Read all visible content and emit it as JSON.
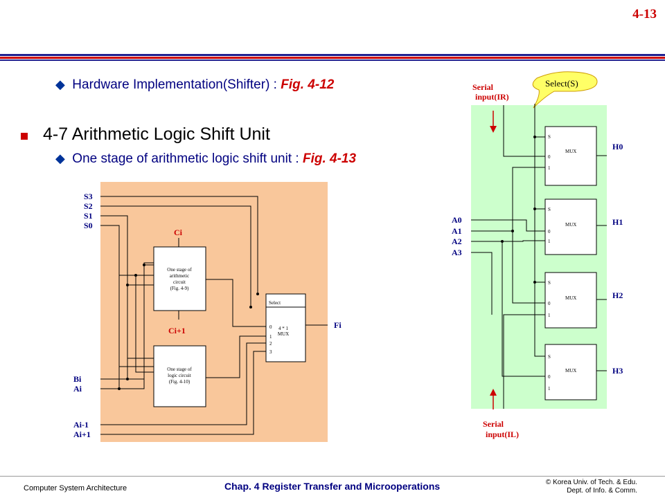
{
  "page_number": "4-13",
  "bullets": {
    "b1_text": "Hardware Implementation(Shifter) : ",
    "b1_ref": "Fig. 4-12",
    "section_title": "4-7  Arithmetic Logic Shift Unit",
    "b2_text": "One stage of arithmetic logic shift unit : ",
    "b2_ref": "Fig. 4-13"
  },
  "alsu": {
    "sel_labels": [
      "S3",
      "S2",
      "S1",
      "S0"
    ],
    "ci": "Ci",
    "ci1": "Ci+1",
    "arith_lines": [
      "One stage of",
      "arithmetic",
      "circuit",
      "(Fig. 4-9)"
    ],
    "logic_lines": [
      "One stage of",
      "logic circuit",
      "(Fig. 4-10)"
    ],
    "mux_select": "Select",
    "mux_inputs": [
      "0",
      "1",
      "2",
      "3"
    ],
    "mux_lines": [
      "4 * 1",
      "MUX"
    ],
    "output": "Fi",
    "bi": "Bi",
    "ai": "Ai",
    "aim1": "Ai-1",
    "aip1": "Ai+1"
  },
  "shifter": {
    "select_callout": "Select(S)",
    "serial_ir": [
      "Serial",
      "input(IR)"
    ],
    "serial_il": [
      "Serial",
      "input(IL)"
    ],
    "inputs": [
      "A0",
      "A1",
      "A2",
      "A3"
    ],
    "outputs": [
      "H0",
      "H1",
      "H2",
      "H3"
    ],
    "mux_s": "S",
    "mux_0": "0",
    "mux_1": "1",
    "mux_label": "MUX"
  },
  "footer": {
    "left": "Computer System Architecture",
    "center": "Chap. 4  Register Transfer and Microoperations",
    "right_line1": "© Korea Univ. of Tech. & Edu.",
    "right_line2": "Dept. of Info. & Comm."
  },
  "colors": {
    "alsu_background": "#f9c79b",
    "shifter_background": "#ccffcc",
    "callout_fill": "#ffff66",
    "arrow_red": "#cc0000"
  }
}
